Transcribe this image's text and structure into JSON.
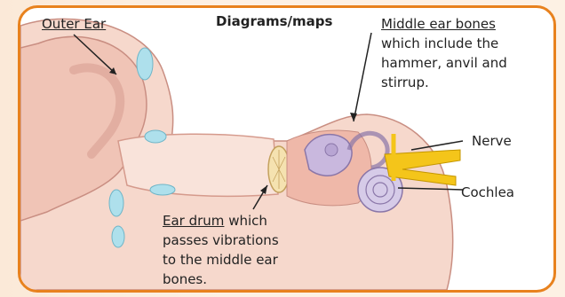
{
  "diagram": {
    "title": "Diagrams/maps",
    "labels": {
      "outer_ear": "Outer Ear",
      "middle_ear_bones_title": "Middle ear bones",
      "middle_ear_bones_desc": [
        "which include the",
        "hammer, anvil and",
        "stirrup."
      ],
      "nerve": "Nerve",
      "cochlea": "Cochlea",
      "ear_drum_title": "Ear drum",
      "ear_drum_desc_first": " which",
      "ear_drum_desc": [
        "passes vibrations",
        "to the middle ear",
        "bones."
      ]
    },
    "colors": {
      "border": "#e8821e",
      "skin": "#f3cdbf",
      "skin_dark": "#e6a796",
      "canal": "#f7ddd2",
      "cartilage": "#aee0ec",
      "ossicles": "#c9b8de",
      "nerve": "#f4c51a"
    }
  }
}
